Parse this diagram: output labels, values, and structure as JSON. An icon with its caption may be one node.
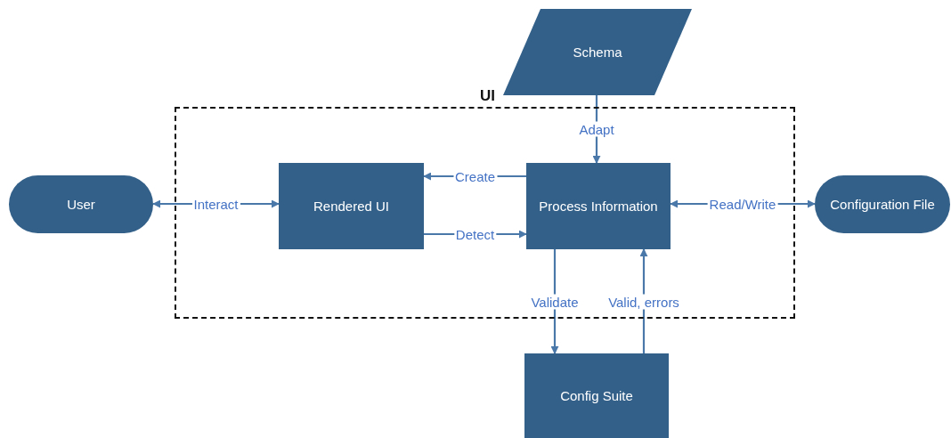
{
  "diagram": {
    "nodes": [
      {
        "text": [
          "Schema"
        ]
      },
      {
        "text": [
          "UI"
        ]
      },
      {
        "text": [
          "User"
        ]
      },
      {
        "text": [
          "Rendered UI"
        ],
        "in": 1
      },
      {
        "text": [
          "Process Information"
        ],
        "in": 1
      },
      {
        "text": [
          "Configuration File"
        ]
      },
      {
        "text": [
          "Config Suite"
        ]
      }
    ],
    "edges": [
      {
        "from": 0,
        "to": 4,
        "arrow": "to",
        "label": "Adapt"
      },
      {
        "from": 2,
        "to": 3,
        "arrow": "both",
        "label": "Interact"
      },
      {
        "from": 4,
        "to": 3,
        "arrow": "to",
        "label": "Create"
      },
      {
        "from": 3,
        "to": 4,
        "arrow": "to",
        "label": "Detect"
      },
      {
        "from": 4,
        "to": 5,
        "arrow": "both",
        "label": "Read/Write"
      },
      {
        "from": 4,
        "to": 6,
        "arrow": "to",
        "label": "Validate"
      },
      {
        "from": 6,
        "to": 4,
        "arrow": "to",
        "label": "Valid, errors"
      }
    ]
  }
}
